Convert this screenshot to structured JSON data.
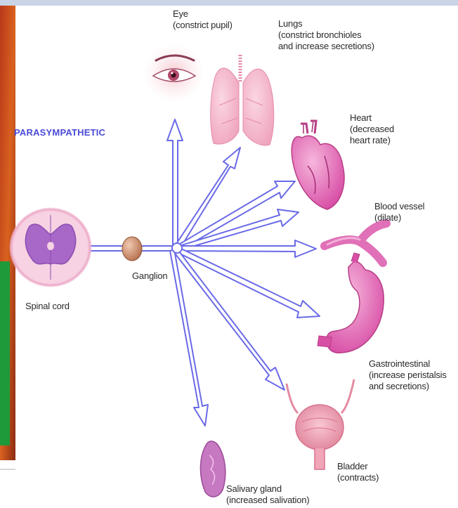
{
  "diagram": {
    "title": "PARASYMPATHETIC",
    "source": {
      "label": "Spinal cord"
    },
    "relay": {
      "label": "Ganglion"
    },
    "targets": [
      {
        "id": "eye",
        "name": "Eye",
        "effect": "(constrict pupil)"
      },
      {
        "id": "lungs",
        "name": "Lungs",
        "effect_lines": [
          "(constrict bronchioles",
          "and increase secretions)"
        ]
      },
      {
        "id": "heart",
        "name": "Heart",
        "effect_lines": [
          "(decreased",
          "heart rate)"
        ]
      },
      {
        "id": "blood-vessel",
        "name": "Blood vessel",
        "effect": "(dilate)"
      },
      {
        "id": "gastrointestinal",
        "name": "Gastrointestinal",
        "effect_lines": [
          "(increase peristalsis",
          "and secretions)"
        ]
      },
      {
        "id": "bladder",
        "name": "Bladder",
        "effect": "(contracts)"
      },
      {
        "id": "salivary-gland",
        "name": "Salivary gland",
        "effect": "(increased salivation)"
      }
    ]
  },
  "colors": {
    "title": "#4a4ad8",
    "arrow_outline": "#6a6ae8",
    "arrow_fill": "#ffffff",
    "organ_pink": "#e070b8",
    "spinal_cord_purple": "#a868c8",
    "background_left": "#c8491c",
    "side_panel_green": "#1e9a3a"
  }
}
